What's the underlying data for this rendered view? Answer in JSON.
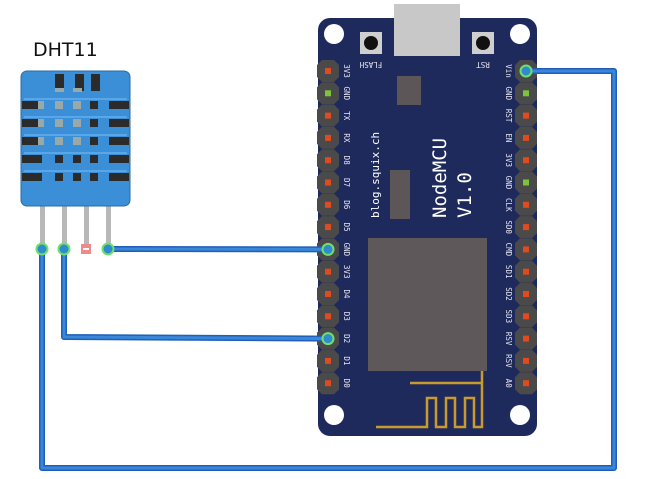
{
  "sensor": {
    "label": "DHT11",
    "body_color": "#3b8fd6",
    "pins": [
      {
        "id": "vcc",
        "status": "connected"
      },
      {
        "id": "data",
        "status": "connected"
      },
      {
        "id": "nc",
        "status": "unconnected"
      },
      {
        "id": "gnd",
        "status": "connected"
      }
    ]
  },
  "board": {
    "name_line1": "NodeMCU",
    "name_line2": "V1.0",
    "credit": "blog.squix.ch",
    "button_left": "FLASH",
    "button_right": "RST",
    "pcb_color": "#1f2a5c",
    "left_pins": [
      "3V3",
      "GND",
      "TX",
      "RX",
      "D8",
      "D7",
      "D6",
      "D5",
      "GND",
      "3V3",
      "D4",
      "D3",
      "D2",
      "D1",
      "D0"
    ],
    "right_pins": [
      "Vin",
      "GND",
      "RST",
      "EN",
      "3V3",
      "GND",
      "CLK",
      "SD0",
      "CMD",
      "SD1",
      "SD2",
      "SD3",
      "RSV",
      "RSV",
      "A0"
    ]
  },
  "wires": {
    "color": "#3a86d8",
    "connections": [
      {
        "from": "DHT11 pin 4",
        "to": "NodeMCU GND"
      },
      {
        "from": "DHT11 pin 2",
        "to": "NodeMCU D2"
      },
      {
        "from": "DHT11 pin 1",
        "to": "NodeMCU Vin"
      }
    ]
  },
  "colors": {
    "pin_active": "#e04a1e",
    "pin_ground": "#7cc43a",
    "connected_glow": "#6fe06a",
    "antenna": "#c99a2e"
  }
}
